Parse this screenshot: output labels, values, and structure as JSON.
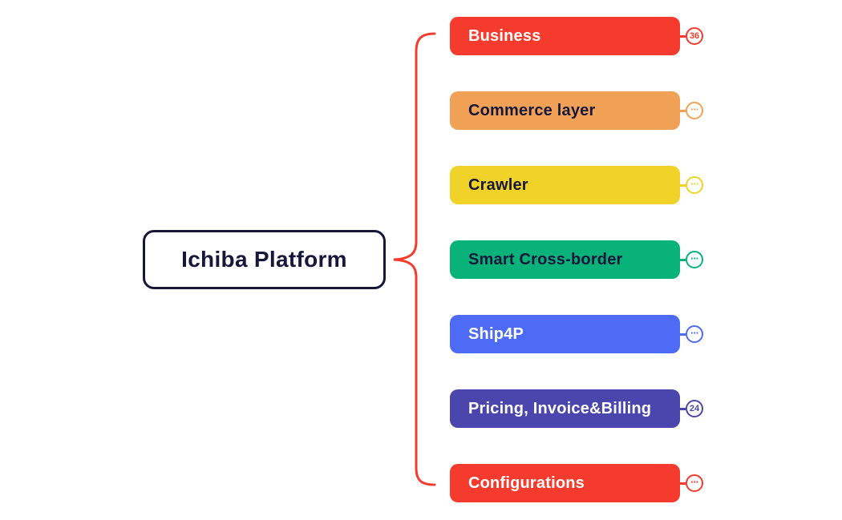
{
  "diagram": {
    "type": "mindmap",
    "background": "#FFFFFF"
  },
  "root": {
    "label": "Ichiba Platform",
    "border_color": "#17173B",
    "text_color": "#17173B",
    "bg_color": "#FFFFFF"
  },
  "connector": {
    "shape": "curly-brace",
    "color": "#F43B2D"
  },
  "nodes": [
    {
      "label": "Business",
      "color": "#F43B2D",
      "text_color": "#FFFFFF",
      "badge_kind": "count",
      "badge_text": "36"
    },
    {
      "label": "Commerce layer",
      "color": "#F0A155",
      "text_color": "#17173B",
      "badge_kind": "ellipsis",
      "badge_text": "···"
    },
    {
      "label": "Crawler",
      "color": "#F0D228",
      "text_color": "#17173B",
      "badge_kind": "ellipsis",
      "badge_text": "···"
    },
    {
      "label": "Smart Cross-border",
      "color": "#09B278",
      "text_color": "#17173B",
      "badge_kind": "ellipsis",
      "badge_text": "···"
    },
    {
      "label": "Ship4P",
      "color": "#4D6BF5",
      "text_color": "#FFFFFF",
      "badge_kind": "ellipsis",
      "badge_text": "···"
    },
    {
      "label": "Pricing, Invoice&Billing",
      "color": "#4B46AE",
      "text_color": "#FFFFFF",
      "badge_kind": "count",
      "badge_text": "24"
    },
    {
      "label": "Configurations",
      "color": "#F43B2D",
      "text_color": "#FFFFFF",
      "badge_kind": "ellipsis",
      "badge_text": "···"
    }
  ]
}
